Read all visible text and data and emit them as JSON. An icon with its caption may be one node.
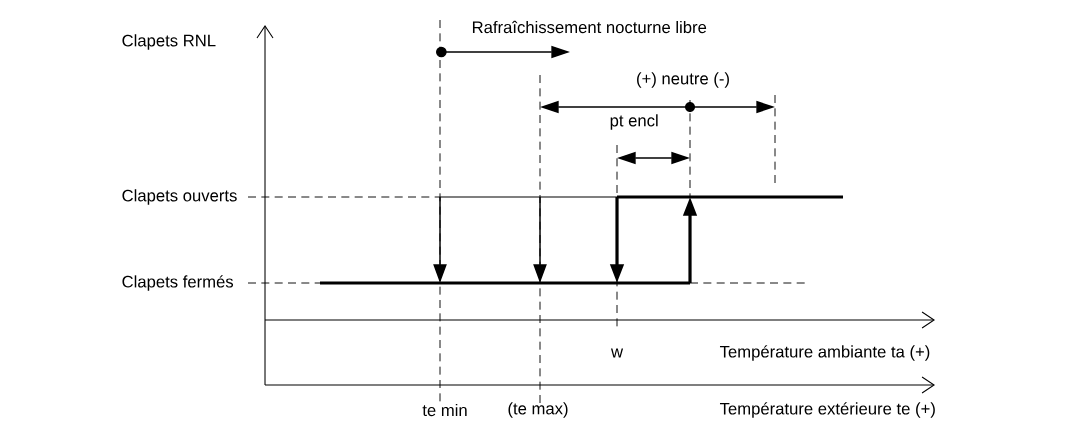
{
  "diagram": {
    "labels": [
      "Clapets RNL",
      "Rafraîchissement nocturne libre",
      "(+)  neutre  (-)",
      "pt encl",
      "Clapets ouverts",
      "Clapets fermés",
      "w",
      "Température ambiante ta (+)",
      "te min",
      "(te max)",
      "Température extérieure te  (+)"
    ]
  }
}
